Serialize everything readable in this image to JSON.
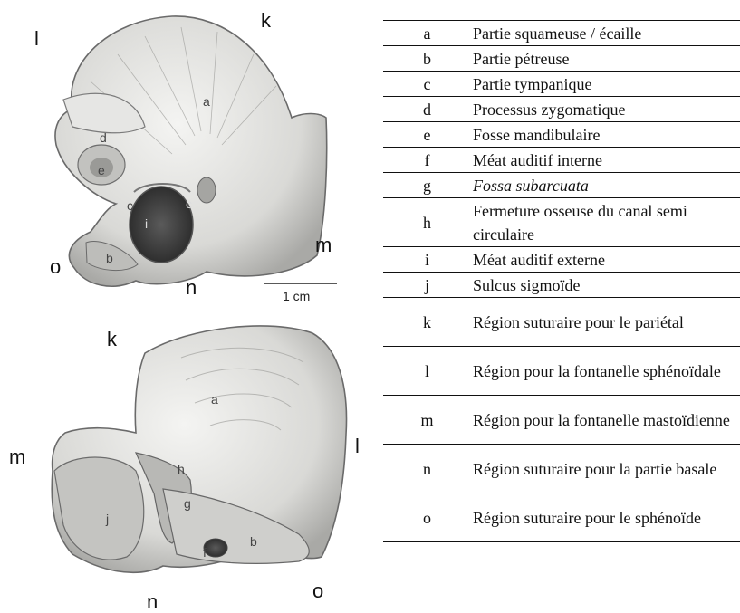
{
  "figure": {
    "scale_label": "1 cm",
    "top_view": {
      "outer_labels": {
        "k": "k",
        "l": "l",
        "m": "m",
        "n": "n",
        "o": "o"
      },
      "inner_labels": {
        "a": "a",
        "b": "b",
        "c1": "c",
        "c2": "c",
        "d": "d",
        "e": "e",
        "i": "i"
      }
    },
    "bottom_view": {
      "outer_labels": {
        "k": "k",
        "l": "l",
        "m": "m",
        "n": "n",
        "o": "o"
      },
      "inner_labels": {
        "a": "a",
        "b": "b",
        "f": "f",
        "g": "g",
        "h": "h",
        "j": "j"
      }
    }
  },
  "legend": [
    {
      "key": "a",
      "label": "Partie squameuse / écaille",
      "italic": false
    },
    {
      "key": "b",
      "label": "Partie pétreuse",
      "italic": false
    },
    {
      "key": "c",
      "label": "Partie tympanique",
      "italic": false
    },
    {
      "key": "d",
      "label": "Processus zygomatique",
      "italic": false
    },
    {
      "key": "e",
      "label": "Fosse mandibulaire",
      "italic": false
    },
    {
      "key": "f",
      "label": "Méat auditif interne",
      "italic": false
    },
    {
      "key": "g",
      "label": "Fossa subarcuata",
      "italic": true
    },
    {
      "key": "h",
      "label": "Fermeture osseuse du canal semi circulaire",
      "italic": false
    },
    {
      "key": "i",
      "label": "Méat auditif externe",
      "italic": false
    },
    {
      "key": "j",
      "label": "Sulcus sigmoïde",
      "italic": false
    },
    {
      "key": "k",
      "label": "Région suturaire pour le pariétal",
      "italic": false
    },
    {
      "key": "l",
      "label": "Région pour la fontanelle sphénoïdale",
      "italic": false
    },
    {
      "key": "m",
      "label": "Région pour la fontanelle mastoïdienne",
      "italic": false
    },
    {
      "key": "n",
      "label": "Région suturaire pour la partie basale",
      "italic": false
    },
    {
      "key": "o",
      "label": "Région suturaire pour le sphénoïde",
      "italic": false
    }
  ]
}
